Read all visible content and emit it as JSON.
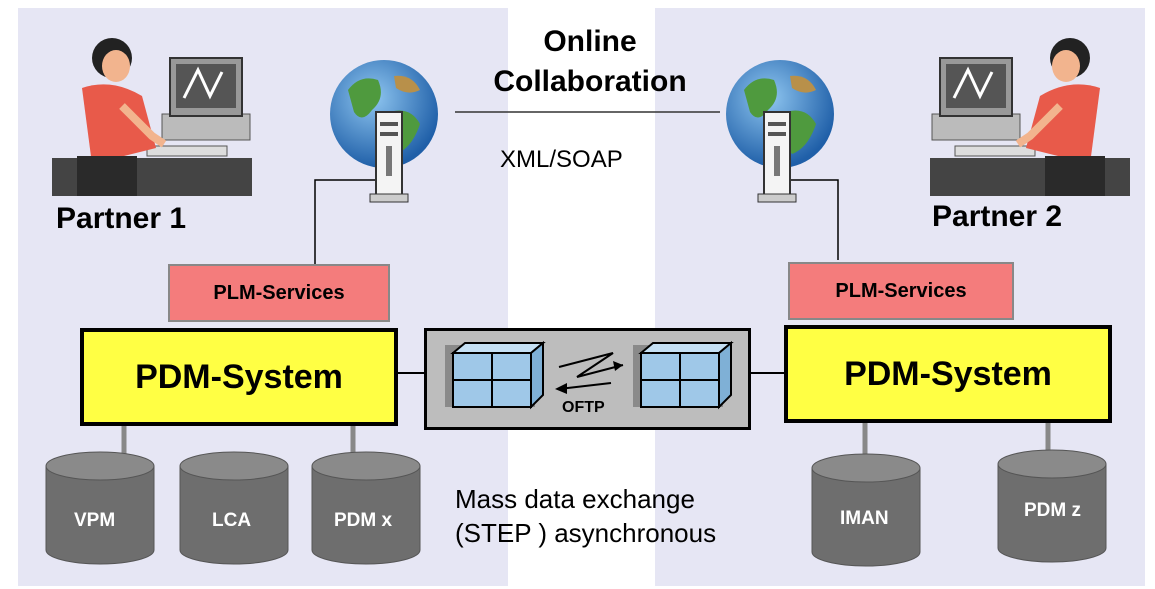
{
  "title": {
    "line1": "Online",
    "line2": "Collaboration"
  },
  "protocol": "XML/SOAP",
  "partners": {
    "left": "Partner 1",
    "right": "Partner 2"
  },
  "services": {
    "left": "PLM-Services",
    "right": "PLM-Services"
  },
  "systems": {
    "left": "PDM-System",
    "right": "PDM-System"
  },
  "exchange": {
    "label": "OFTP",
    "description_line1": "Mass data exchange",
    "description_line2": "(STEP ) asynchronous"
  },
  "databases": {
    "left": [
      "VPM",
      "LCA",
      "PDM x"
    ],
    "right": [
      "IMAN",
      "PDM z"
    ]
  },
  "colors": {
    "panel": "#e6e6f4",
    "services": "#f47c7c",
    "system": "#ffff44",
    "database": "#6e6e6e",
    "exchange_box": "#bdbdbd"
  }
}
